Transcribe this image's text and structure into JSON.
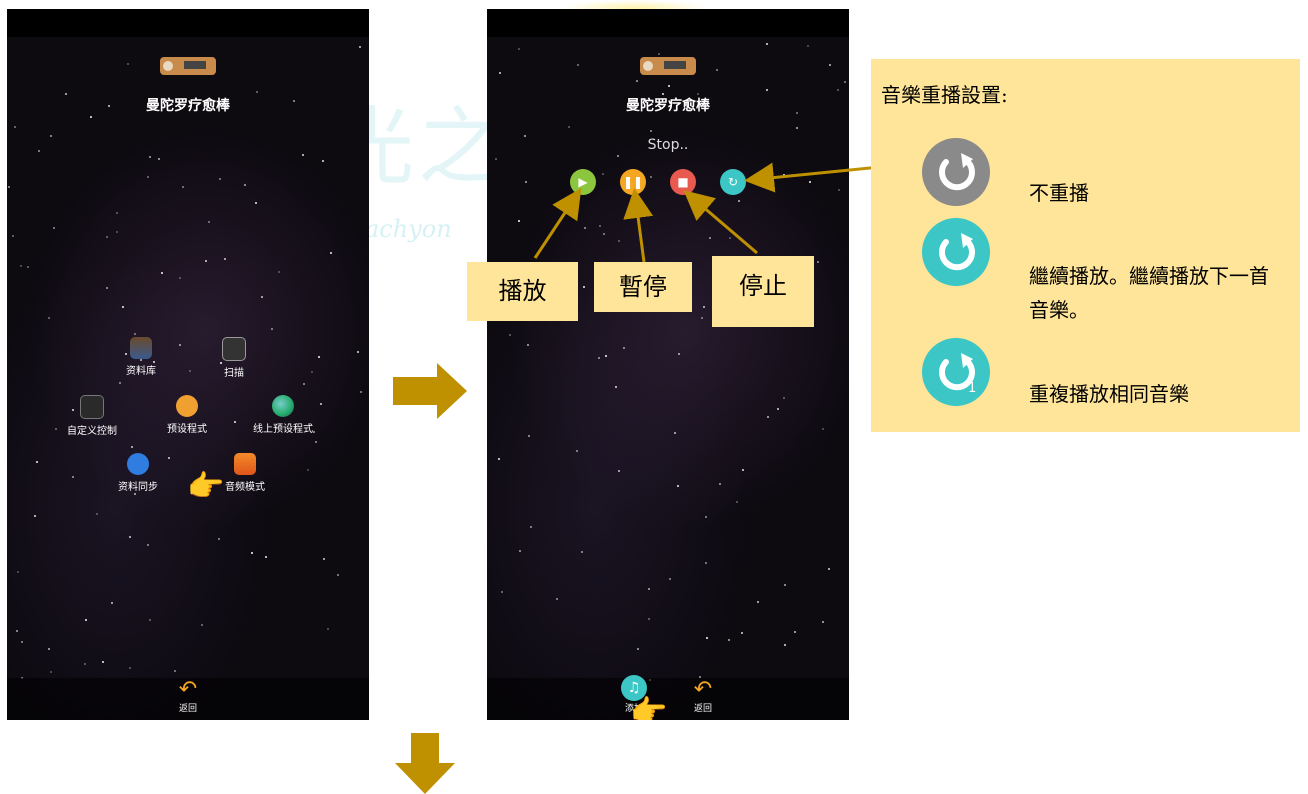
{
  "app": {
    "title": "曼陀罗疗愈棒"
  },
  "left_screen": {
    "menu": [
      {
        "label": "资料库",
        "icon": "book-stack-icon"
      },
      {
        "label": "扫描",
        "icon": "scanner-icon"
      },
      {
        "label": "自定义控制",
        "icon": "device-panel-icon"
      },
      {
        "label": "预设程式",
        "icon": "sliders-icon"
      },
      {
        "label": "线上预设程式",
        "icon": "globe-icon"
      },
      {
        "label": "资料同步",
        "icon": "bluetooth-icon"
      },
      {
        "label": "音频模式",
        "icon": "music-note-icon"
      }
    ],
    "back_label": "返回"
  },
  "right_screen": {
    "status": "Stop..",
    "controls": [
      {
        "name": "play",
        "icon": "play-icon",
        "color": "#8cc63f"
      },
      {
        "name": "pause",
        "icon": "pause-icon",
        "color": "#f5a623"
      },
      {
        "name": "stop",
        "icon": "stop-icon",
        "color": "#e85a4f"
      },
      {
        "name": "repeat",
        "icon": "repeat-icon",
        "color": "#3cc6c6"
      }
    ],
    "add_label": "添加",
    "back_label": "返回"
  },
  "callouts": {
    "play": "播放",
    "pause": "暫停",
    "stop": "停止"
  },
  "info_panel": {
    "title": "音樂重播設置:",
    "options": [
      {
        "icon": "repeat-off-icon",
        "color": "#8a8a8a",
        "text": "不重播"
      },
      {
        "icon": "repeat-all-icon",
        "color": "#3cc6c6",
        "text": "繼續播放。繼續播放下一首音樂。"
      },
      {
        "icon": "repeat-one-icon",
        "color": "#3cc6c6",
        "text": "重複播放相同音樂",
        "badge": "1"
      }
    ]
  },
  "colors": {
    "accent_gold": "#bf9000",
    "label_bg": "#ffe599"
  }
}
